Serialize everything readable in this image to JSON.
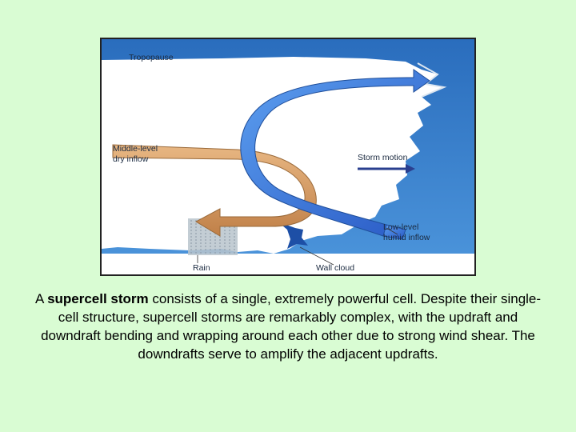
{
  "diagram": {
    "labels": {
      "tropopause": "Tropopause",
      "middle_level_line1": "Middle-level",
      "middle_level_line2": "dry inflow",
      "storm_motion": "Storm motion",
      "low_level_line1": "Low-level",
      "low_level_line2": "humid inflow",
      "rain": "Rain",
      "wall_cloud": "Wall cloud"
    },
    "colors": {
      "sky": "#2f79c4",
      "cloud": "#ffffff",
      "updraft": "#2f6fd6",
      "downdraft": "#d39a5c",
      "storm_motion_arrow": "#2a3f8f",
      "rain": "#b8c4cc",
      "wall_cloud": "#1d4fa6"
    }
  },
  "caption": {
    "bold": "supercell storm",
    "text_before": "A ",
    "text_after": " consists of a single, extremely powerful cell. Despite their single-cell structure, supercell storms are remarkably complex, with the updraft and downdraft bending and wrapping around each other due to strong wind shear. The downdrafts serve to amplify the adjacent updrafts."
  }
}
